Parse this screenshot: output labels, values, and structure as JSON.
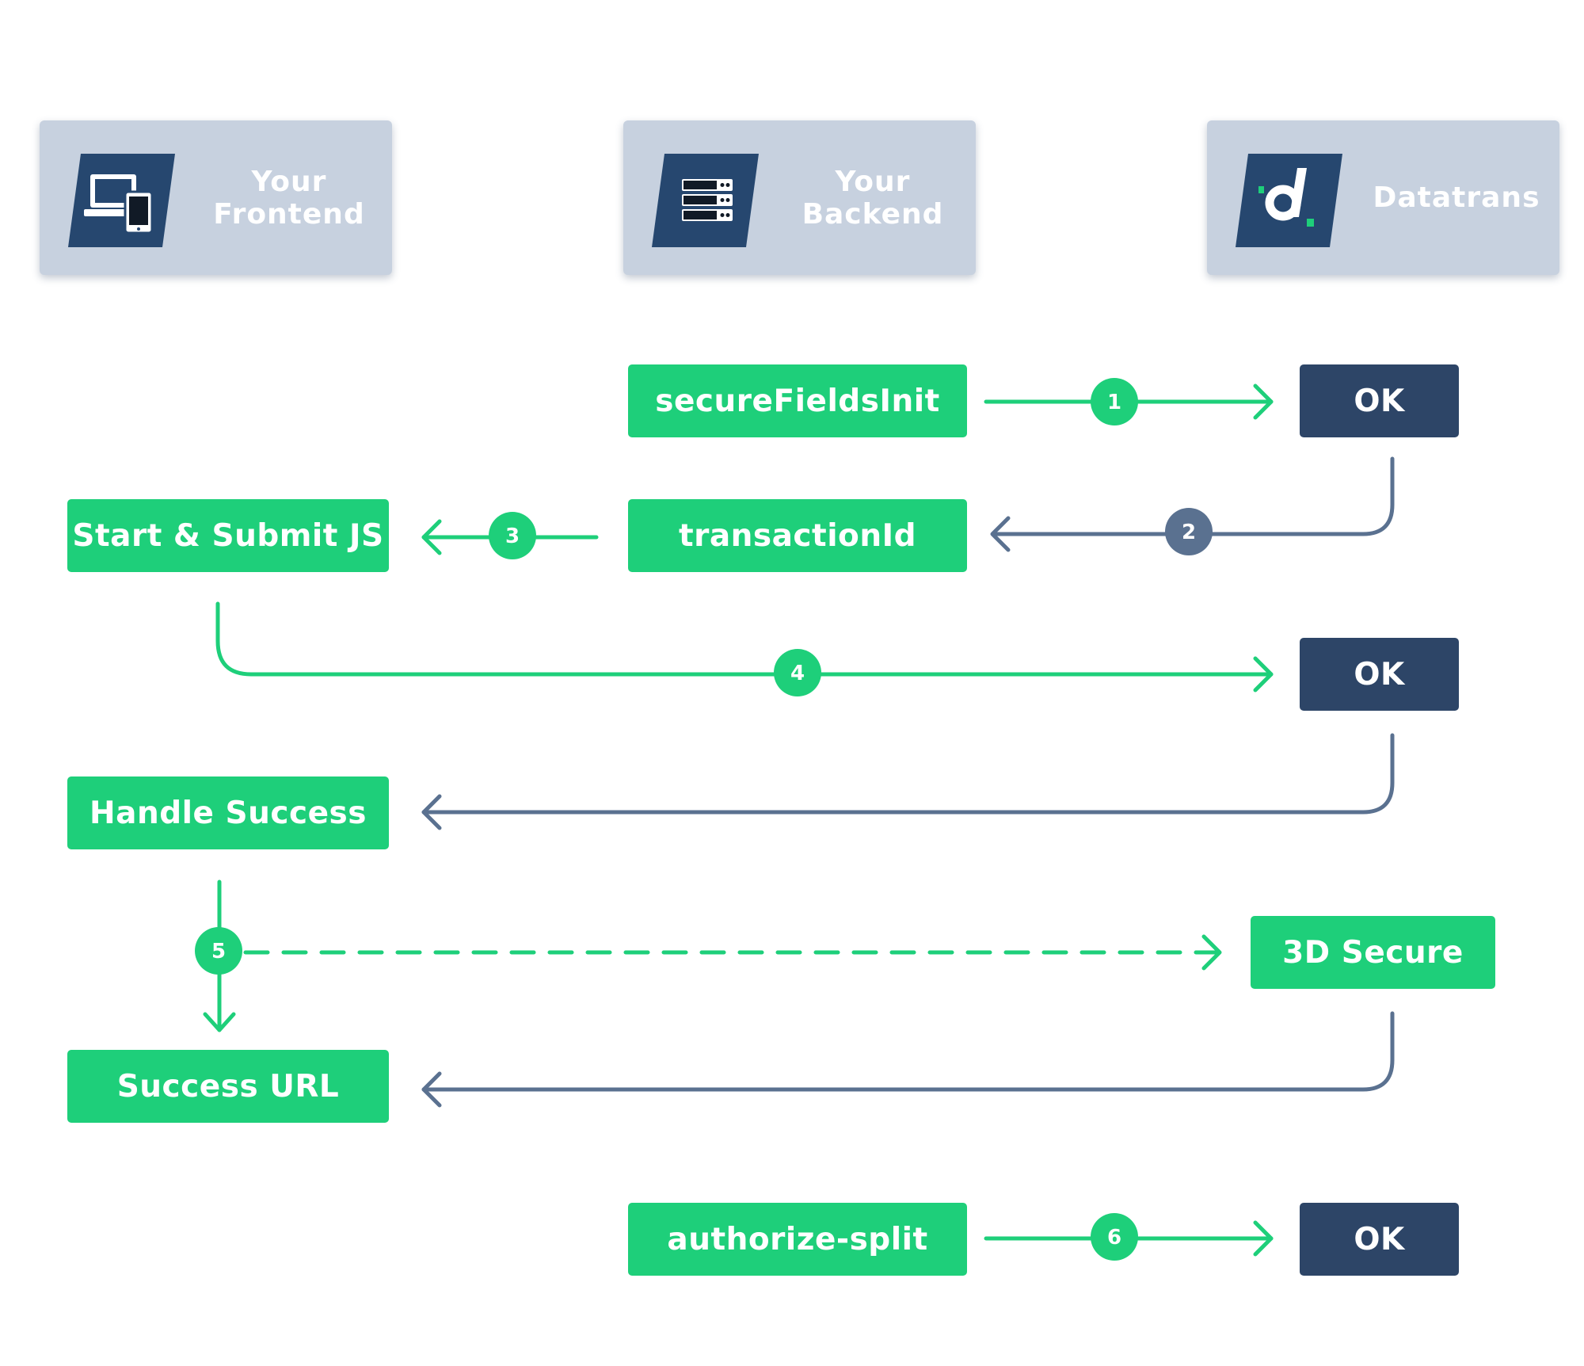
{
  "columns": {
    "frontend": {
      "label": "Your\nFrontend",
      "icon": "devices-icon"
    },
    "backend": {
      "label": "Your\nBackend",
      "icon": "server-icon"
    },
    "datatrans": {
      "label": "Datatrans",
      "icon": "datatrans-logo-icon"
    }
  },
  "boxes": {
    "secure_fields_init": "secureFieldsInit",
    "ok_1": "OK",
    "transaction_id": "transactionId",
    "start_submit_js": "Start & Submit JS",
    "ok_2": "OK",
    "handle_success": "Handle Success",
    "three_d_secure": "3D Secure",
    "success_url": "Success URL",
    "authorize_split": "authorize-split",
    "ok_3": "OK"
  },
  "steps": [
    "1",
    "2",
    "3",
    "4",
    "5",
    "6"
  ],
  "colors": {
    "green": "#1ecf7a",
    "navy": "#2d4567",
    "slate": "#5a7190",
    "header_bg": "#c7d1df"
  }
}
